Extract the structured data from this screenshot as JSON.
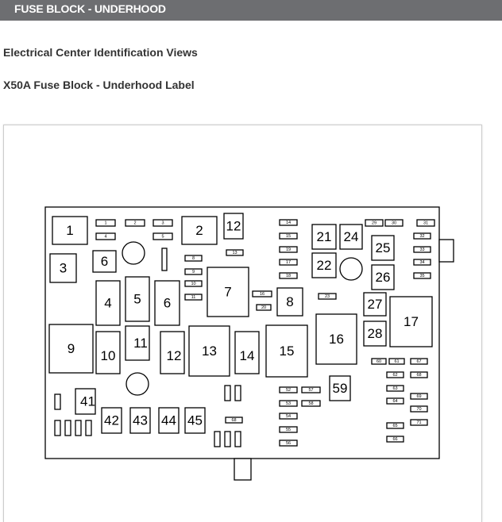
{
  "header": {
    "title": "FUSE BLOCK - UNDERHOOD"
  },
  "headings": {
    "section": "Electrical Center Identification Views",
    "label": "X50A Fuse Block - Underhood Label"
  },
  "diagram": {
    "fuses": [
      {
        "id": "f-1",
        "label": "1"
      },
      {
        "id": "f-2",
        "label": "2"
      },
      {
        "id": "f-3",
        "label": "3"
      },
      {
        "id": "f-4",
        "label": "4"
      },
      {
        "id": "f-5",
        "label": "5"
      },
      {
        "id": "f-6",
        "label": "6"
      },
      {
        "id": "f-7",
        "label": "7"
      },
      {
        "id": "f-8",
        "label": "8"
      },
      {
        "id": "f-9",
        "label": "9"
      },
      {
        "id": "f-10",
        "label": "10"
      },
      {
        "id": "f-11",
        "label": "11"
      },
      {
        "id": "f-12",
        "label": "12"
      },
      {
        "id": "f-13",
        "label": "13"
      },
      {
        "id": "f-14",
        "label": "14"
      },
      {
        "id": "f-15",
        "label": "15"
      },
      {
        "id": "f-16",
        "label": "16"
      },
      {
        "id": "f-17",
        "label": "17"
      },
      {
        "id": "f-21",
        "label": "21"
      },
      {
        "id": "f-22",
        "label": "22"
      },
      {
        "id": "f-23",
        "label": "23"
      },
      {
        "id": "f-24",
        "label": "24"
      },
      {
        "id": "f-25",
        "label": "25"
      },
      {
        "id": "f-26",
        "label": "26"
      },
      {
        "id": "f-27",
        "label": "27"
      },
      {
        "id": "f-28",
        "label": "28"
      },
      {
        "id": "f-41",
        "label": "41"
      },
      {
        "id": "f-42",
        "label": "42"
      },
      {
        "id": "f-43",
        "label": "43"
      },
      {
        "id": "f-44",
        "label": "44"
      },
      {
        "id": "f-45",
        "label": "45"
      },
      {
        "id": "f-59",
        "label": "59"
      }
    ],
    "mini_fuses": [
      "1",
      "2",
      "3",
      "4",
      "5",
      "8",
      "9",
      "10",
      "11",
      "12",
      "13",
      "14",
      "15",
      "16",
      "17",
      "18",
      "19",
      "20",
      "29",
      "30",
      "31",
      "32",
      "33",
      "34",
      "35",
      "60",
      "61",
      "62",
      "63",
      "64",
      "65",
      "66",
      "67",
      "68",
      "69",
      "70",
      "71",
      "52",
      "53",
      "54",
      "55",
      "56",
      "57",
      "58"
    ]
  }
}
